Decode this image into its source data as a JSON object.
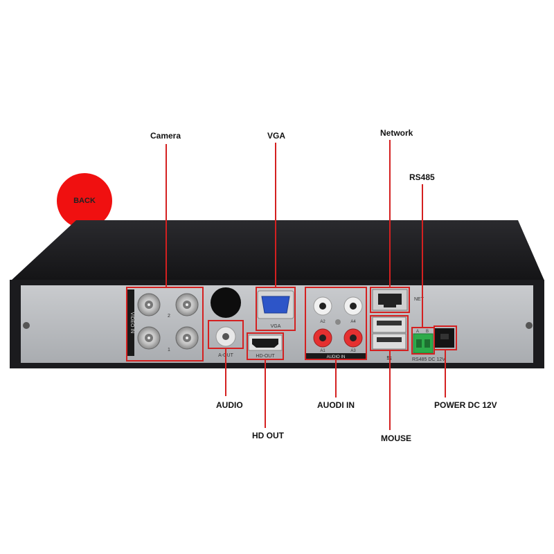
{
  "badge": {
    "text": "BACK",
    "color": "#f01010"
  },
  "callouts": {
    "camera": "Camera",
    "vga": "VGA",
    "network": "Network",
    "rs485": "RS485",
    "audio": "AUDIO",
    "hd_out": "HD OUT",
    "audio_in": "AUODI IN",
    "mouse": "MOUSE",
    "power": "POWER DC 12V"
  },
  "panel_print": {
    "video_in": "VIDEO IN",
    "ch1": "1",
    "ch2": "2",
    "vga": "VGA",
    "a_out": "A-OUT",
    "hd_out": "HD-OUT",
    "audio_in": "AUDIO IN",
    "a1": "A1",
    "a2": "A2",
    "a3": "A3",
    "a4": "A4",
    "net": "NET",
    "rs485_a": "A",
    "rs485_b": "B",
    "rs485_dc": "RS485  DC 12V"
  },
  "colors": {
    "callout_red": "#d42020",
    "chassis": "#1e1e22",
    "panel": "#b9bcc0"
  }
}
